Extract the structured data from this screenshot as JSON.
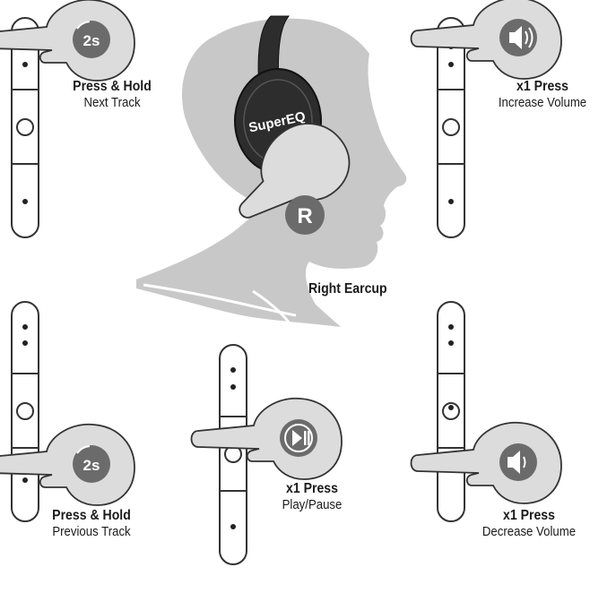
{
  "headphone": {
    "brand": "SuperEQ",
    "side_badge": "R",
    "earcup_label": "Right Earcup"
  },
  "controls": [
    {
      "id": "next",
      "title": "Press & Hold",
      "desc": "Next Track",
      "badge": "2s",
      "icon": "two-second-hold-icon"
    },
    {
      "id": "volup",
      "title": "x1 Press",
      "desc": "Increase Volume",
      "badge": "",
      "icon": "speaker-up-icon"
    },
    {
      "id": "prev",
      "title": "Press & Hold",
      "desc": "Previous Track",
      "badge": "2s",
      "icon": "two-second-hold-icon"
    },
    {
      "id": "play",
      "title": "x1 Press",
      "desc": "Play/Pause",
      "badge": "",
      "icon": "play-pause-icon"
    },
    {
      "id": "voldown",
      "title": "x1 Press",
      "desc": "Decrease Volume",
      "badge": "",
      "icon": "speaker-down-icon"
    }
  ],
  "colors": {
    "silhouette": "#c8c8c8",
    "hand": "#dcdcdc",
    "outline": "#333333",
    "headphone": "#2d2d2d",
    "badge": "#6b6b6b"
  }
}
